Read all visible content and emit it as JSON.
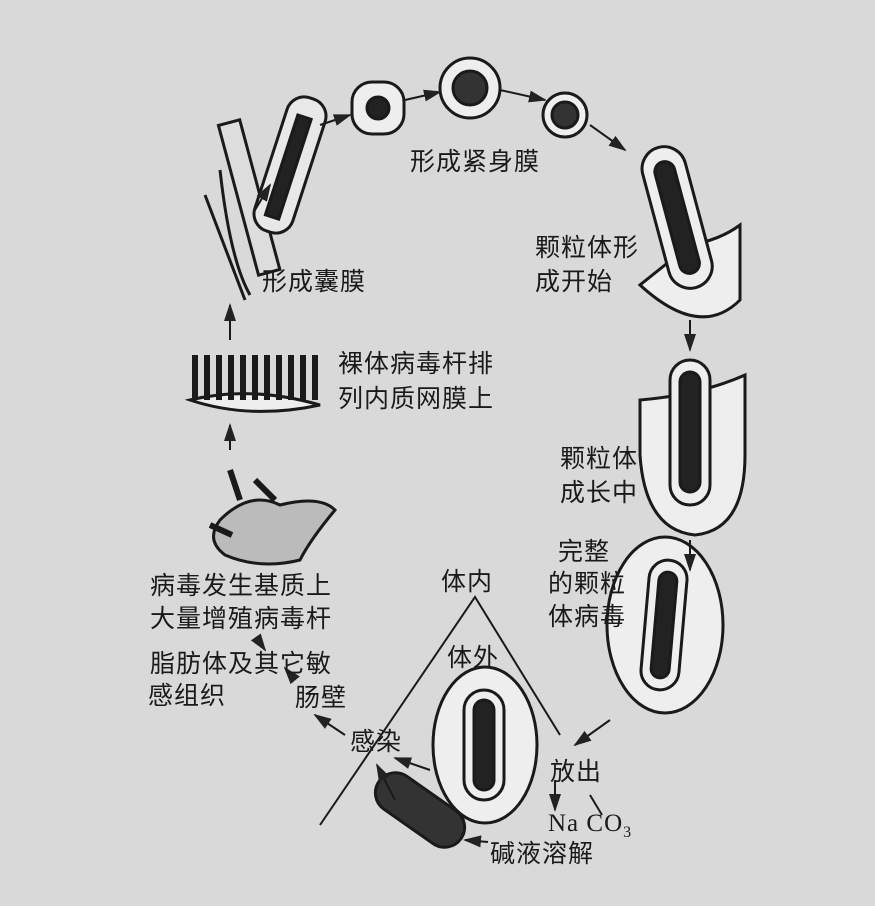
{
  "labels": {
    "tight_membrane": "形成紧身膜",
    "granule_start_1": "颗粒体形",
    "granule_start_2": "成开始",
    "capsule": "形成囊膜",
    "naked_rods_1": "裸体病毒杆排",
    "naked_rods_2": "列内质网膜上",
    "growing_1": "颗粒体",
    "growing_2": "成长中",
    "complete_1": "完整",
    "complete_2": "的颗粒",
    "complete_3": "体病毒",
    "in_vivo": "体内",
    "in_vitro": "体外",
    "stroma_1": "病毒发生基质上",
    "stroma_2": "大量增殖病毒杆",
    "fat_1": "脂肪体及其它敏",
    "fat_2": "感组织",
    "gut_wall": "肠壁",
    "infection": "感染",
    "release": "放出",
    "naco3_na": "Na CO",
    "naco3_sub": "3",
    "alkali": "碱液溶解"
  }
}
